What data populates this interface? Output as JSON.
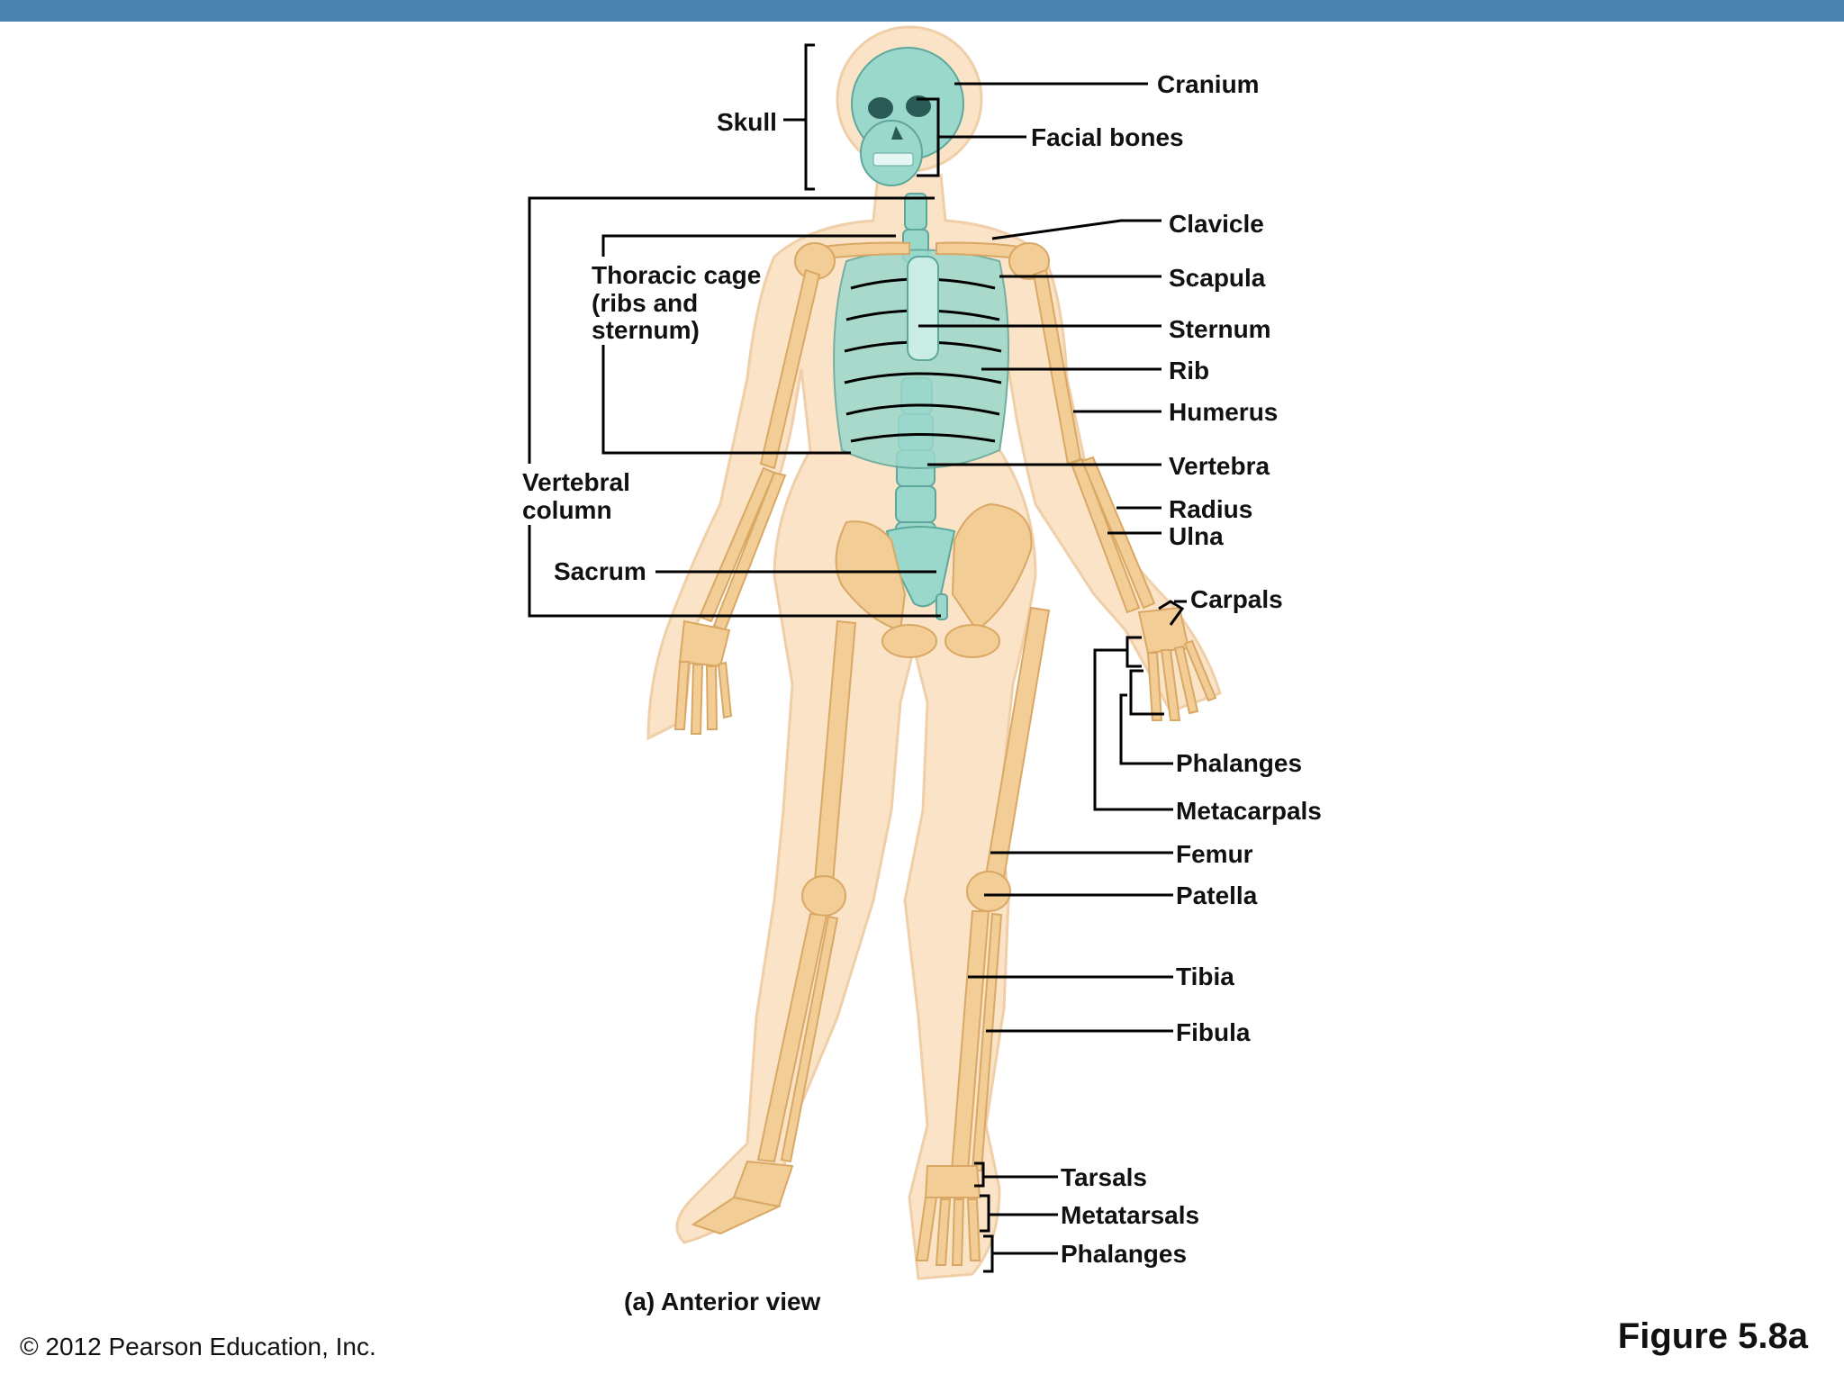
{
  "header": {
    "bar_color": "#4a83ad"
  },
  "labels": {
    "skull": "Skull",
    "cranium": "Cranium",
    "facial_bones": "Facial bones",
    "clavicle": "Clavicle",
    "thoracic_cage_line1": "Thoracic cage",
    "thoracic_cage_line2": "(ribs and",
    "thoracic_cage_line3": "sternum)",
    "scapula": "Scapula",
    "sternum": "Sternum",
    "rib": "Rib",
    "humerus": "Humerus",
    "vertebra": "Vertebra",
    "vertebral_column_line1": "Vertebral",
    "vertebral_column_line2": "column",
    "radius": "Radius",
    "ulna": "Ulna",
    "sacrum": "Sacrum",
    "carpals": "Carpals",
    "phalanges_hand": "Phalanges",
    "metacarpals": "Metacarpals",
    "femur": "Femur",
    "patella": "Patella",
    "tibia": "Tibia",
    "fibula": "Fibula",
    "tarsals": "Tarsals",
    "metatarsals": "Metatarsals",
    "phalanges_foot": "Phalanges"
  },
  "caption": "(a) Anterior view",
  "copyright": "© 2012 Pearson Education, Inc.",
  "figure_id": "Figure 5.8a",
  "colors": {
    "axial_skeleton": "#9bd8cc",
    "appendicular_skeleton": "#f2cd96",
    "body_outline": "#fbe3c7"
  }
}
